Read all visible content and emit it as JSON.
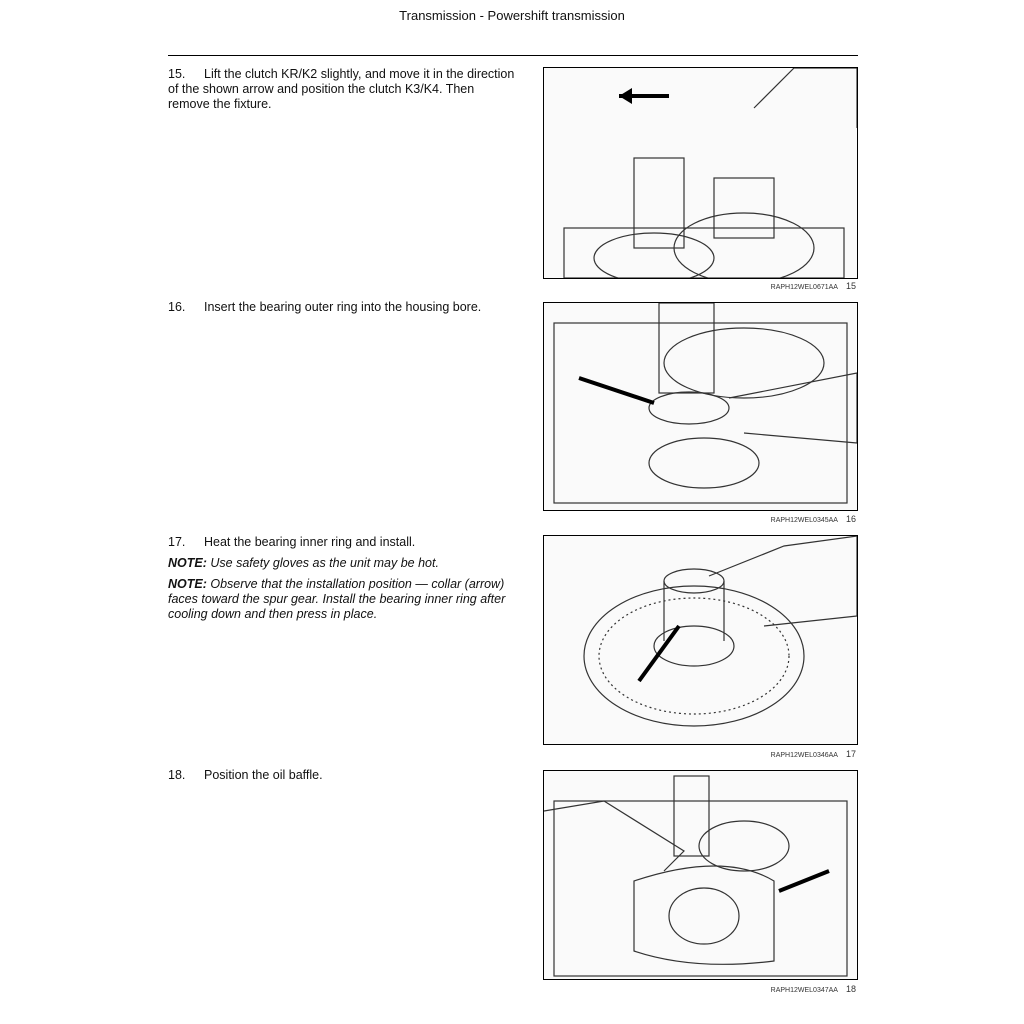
{
  "header": {
    "title": "Transmission - Powershift transmission"
  },
  "steps": [
    {
      "num": "15.",
      "text": "Lift the clutch KR/K2 slightly, and move it in the direction of the shown arrow and position the clutch K3/K4. Then remove the fixture.",
      "figure_code": "RAPH12WEL0671AA",
      "figure_num": "15"
    },
    {
      "num": "16.",
      "text": "Insert the bearing outer ring into the housing bore.",
      "figure_code": "RAPH12WEL0345AA",
      "figure_num": "16"
    },
    {
      "num": "17.",
      "text": "Heat the bearing inner ring and install.",
      "notes": [
        {
          "label": "NOTE:",
          "text": " Use safety gloves as the unit may be hot."
        },
        {
          "label": "NOTE:",
          "text": " Observe that the installation position — collar (arrow) faces toward the spur gear. Install the bearing inner ring after cooling down and then press in place."
        }
      ],
      "figure_code": "RAPH12WEL0346AA",
      "figure_num": "17"
    },
    {
      "num": "18.",
      "text": "Position the oil baffle.",
      "figure_code": "RAPH12WEL0347AA",
      "figure_num": "18"
    }
  ]
}
